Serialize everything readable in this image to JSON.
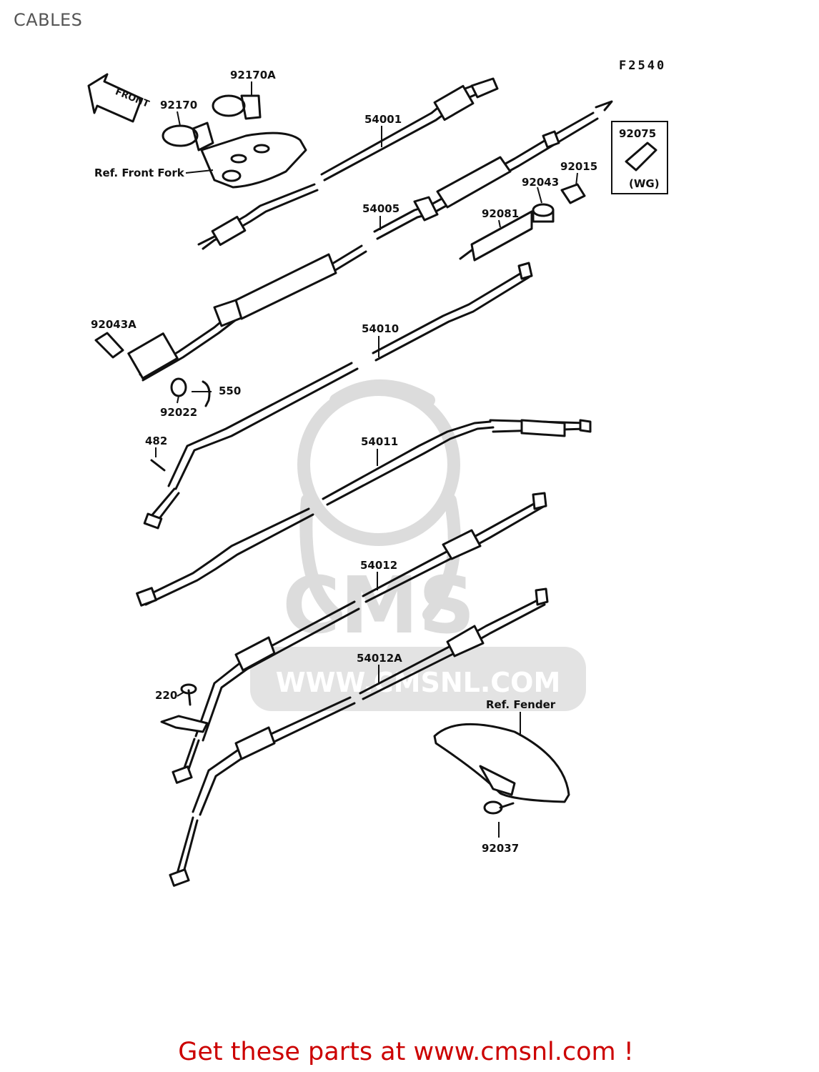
{
  "header": {
    "title": "CABLES",
    "figure_code": "F2540"
  },
  "watermark": {
    "brand": "CMS",
    "url": "WWW.CMSNL.COM",
    "color": "#d9d9d9"
  },
  "labels": {
    "p92170A": "92170A",
    "p92170": "92170",
    "ref_front_fork": "Ref. Front Fork",
    "p54001": "54001",
    "p92075": "92075",
    "wg": "(WG)",
    "p92015": "92015",
    "p92043": "92043",
    "p54005": "54005",
    "p92081": "92081",
    "p92043A": "92043A",
    "p54010": "54010",
    "p550": "550",
    "p92022": "92022",
    "p482": "482",
    "p54011": "54011",
    "p54012": "54012",
    "p54012A": "54012A",
    "p220": "220",
    "ref_fender": "Ref. Fender",
    "p92037": "92037",
    "front_arrow": "FRONT"
  },
  "footer": {
    "cta": "Get these parts at www.cmsnl.com !",
    "cta_color": "#cc0000"
  }
}
